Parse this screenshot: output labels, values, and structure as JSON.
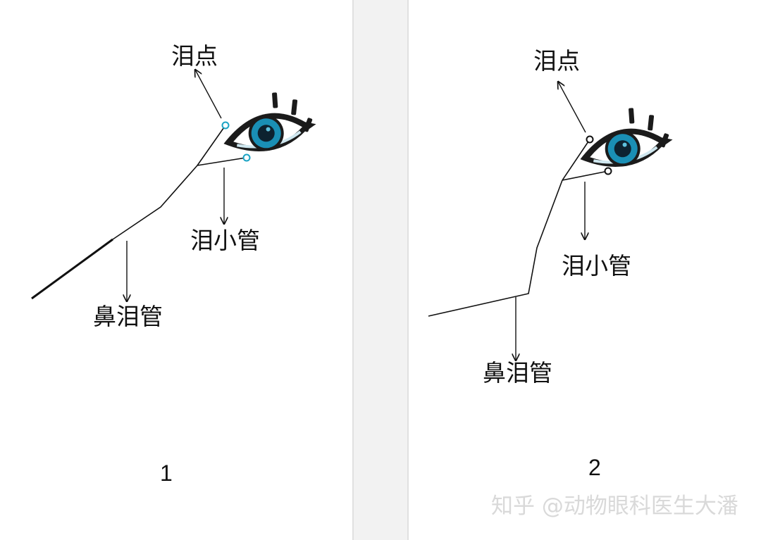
{
  "panels": [
    {
      "number": "1",
      "labels": {
        "punctum": "泪点",
        "canaliculus": "泪小管",
        "nasolacrimal_duct": "鼻泪管"
      }
    },
    {
      "number": "2",
      "labels": {
        "punctum": "泪点",
        "canaliculus": "泪小管",
        "nasolacrimal_duct": "鼻泪管"
      }
    }
  ],
  "watermark": "知乎 @动物眼科医生大潘",
  "colors": {
    "iris": "#1a8fb5",
    "pupil": "#0d2230",
    "eyelid": "#1b1b1b",
    "punctum_ring_panel1": "#1aa3c4",
    "punctum_ring_panel2": "#111111",
    "gutter": "#f2f2f2"
  },
  "icons": [
    "eye-icon"
  ]
}
